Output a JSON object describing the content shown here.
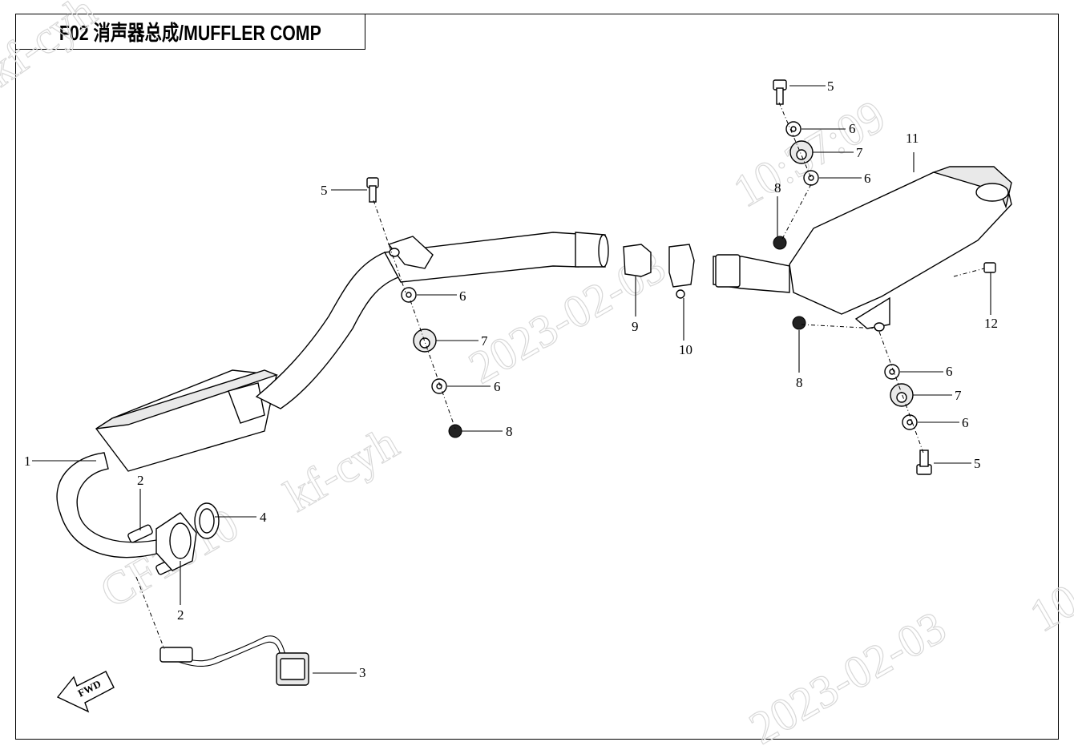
{
  "title": "F02 消声器总成/MUFFLER COMP",
  "watermarks": [
    "kf-cyh",
    "10:37:09",
    "2023-02-03",
    "kf-cyh",
    "CF1010",
    "2023-02-03",
    "10"
  ],
  "labels": {
    "p1": "1",
    "p2a": "2",
    "p2b": "2",
    "p3": "3",
    "p4": "4",
    "p5a": "5",
    "p5b": "5",
    "p5c": "5",
    "p6a": "6",
    "p6b": "6",
    "p6c": "6",
    "p6d": "6",
    "p6e": "6",
    "p6f": "6",
    "p7a": "7",
    "p7b": "7",
    "p7c": "7",
    "p8a": "8",
    "p8b": "8",
    "p8c": "8",
    "p9": "9",
    "p10": "10",
    "p11": "11",
    "p12": "12"
  },
  "fwd_label": "FWD"
}
